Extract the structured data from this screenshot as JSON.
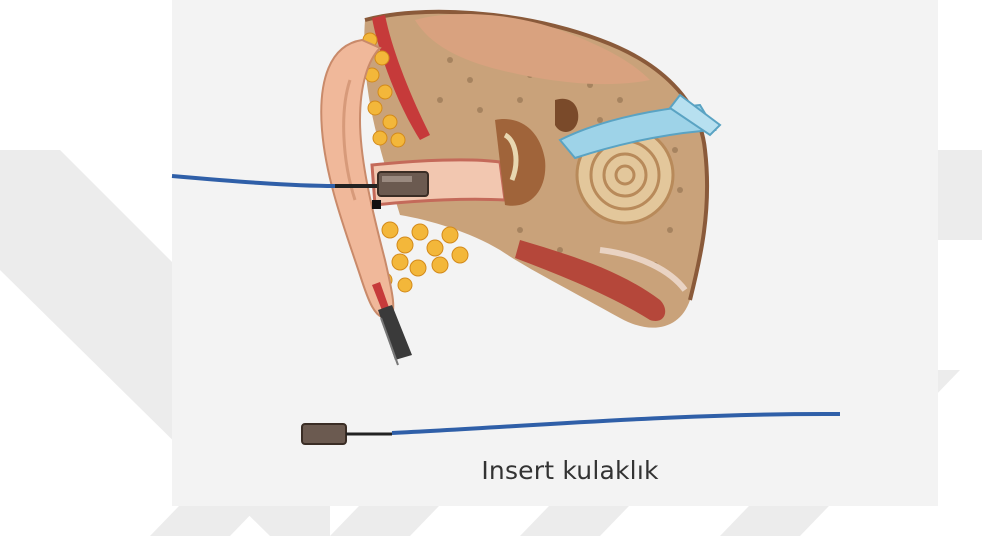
{
  "figure": {
    "caption": "Insert kulaklık",
    "colors": {
      "panel_background": "#f3f3f3",
      "cable_blue": "#2f5fa8",
      "earphone_brown": "#6b5a50",
      "watermark_gray": "#ececec"
    },
    "icons": [
      "ear-anatomy-illustration",
      "insert-earphone-icon",
      "watermark-logo"
    ]
  }
}
